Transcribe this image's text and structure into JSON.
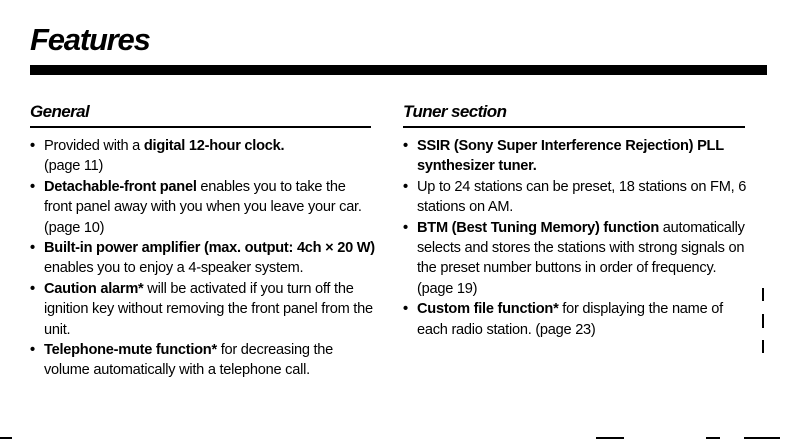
{
  "page": {
    "title": "Features"
  },
  "general": {
    "heading": "General",
    "items": [
      {
        "bold1": "",
        "text1": "Provided with a ",
        "bold2": "digital 12-hour clock.",
        "text2": "",
        "bold3": "",
        "text3": "(page 11)"
      },
      {
        "bold1": "Detachable-front panel",
        "text1": " enables you to take the front panel away with you when you leave your car. (page 10)",
        "bold2": "",
        "text2": "",
        "bold3": "",
        "text3": ""
      },
      {
        "bold1": "Built-in power amplifier (max. output: 4ch × 20 W)",
        "text1": " enables you to enjoy a 4-speaker system.",
        "bold2": "",
        "text2": "",
        "bold3": "",
        "text3": ""
      },
      {
        "bold1": "Caution alarm*",
        "text1": " will be activated if you turn off the ignition key without removing the front panel from the unit.",
        "bold2": "",
        "text2": "",
        "bold3": "",
        "text3": ""
      },
      {
        "bold1": "Telephone-mute function*",
        "text1": " for decreasing the volume automatically with a telephone call.",
        "bold2": "",
        "text2": "",
        "bold3": "",
        "text3": ""
      }
    ]
  },
  "tuner": {
    "heading": "Tuner section",
    "items": [
      {
        "bold1": "SSIR (Sony Super Interference Rejection) PLL synthesizer tuner.",
        "text1": "",
        "bold2": "",
        "text2": "",
        "bold3": "",
        "text3": ""
      },
      {
        "bold1": "",
        "text1": "Up to 24 stations can be preset, 18 stations on FM, 6 stations on AM.",
        "bold2": "",
        "text2": "",
        "bold3": "",
        "text3": ""
      },
      {
        "bold1": "BTM (Best Tuning Memory) function",
        "text1": " automatically selects and stores the stations with strong signals on the preset number buttons in order of frequency. (page 19)",
        "bold2": "",
        "text2": "",
        "bold3": "",
        "text3": ""
      },
      {
        "bold1": "Custom file function*",
        "text1": " for displaying the name of each radio station. (page 23)",
        "bold2": "",
        "text2": "",
        "bold3": "",
        "text3": ""
      }
    ]
  },
  "bullet_glyph": "•",
  "colors": {
    "text": "#000000",
    "background": "#ffffff",
    "rule": "#000000"
  }
}
